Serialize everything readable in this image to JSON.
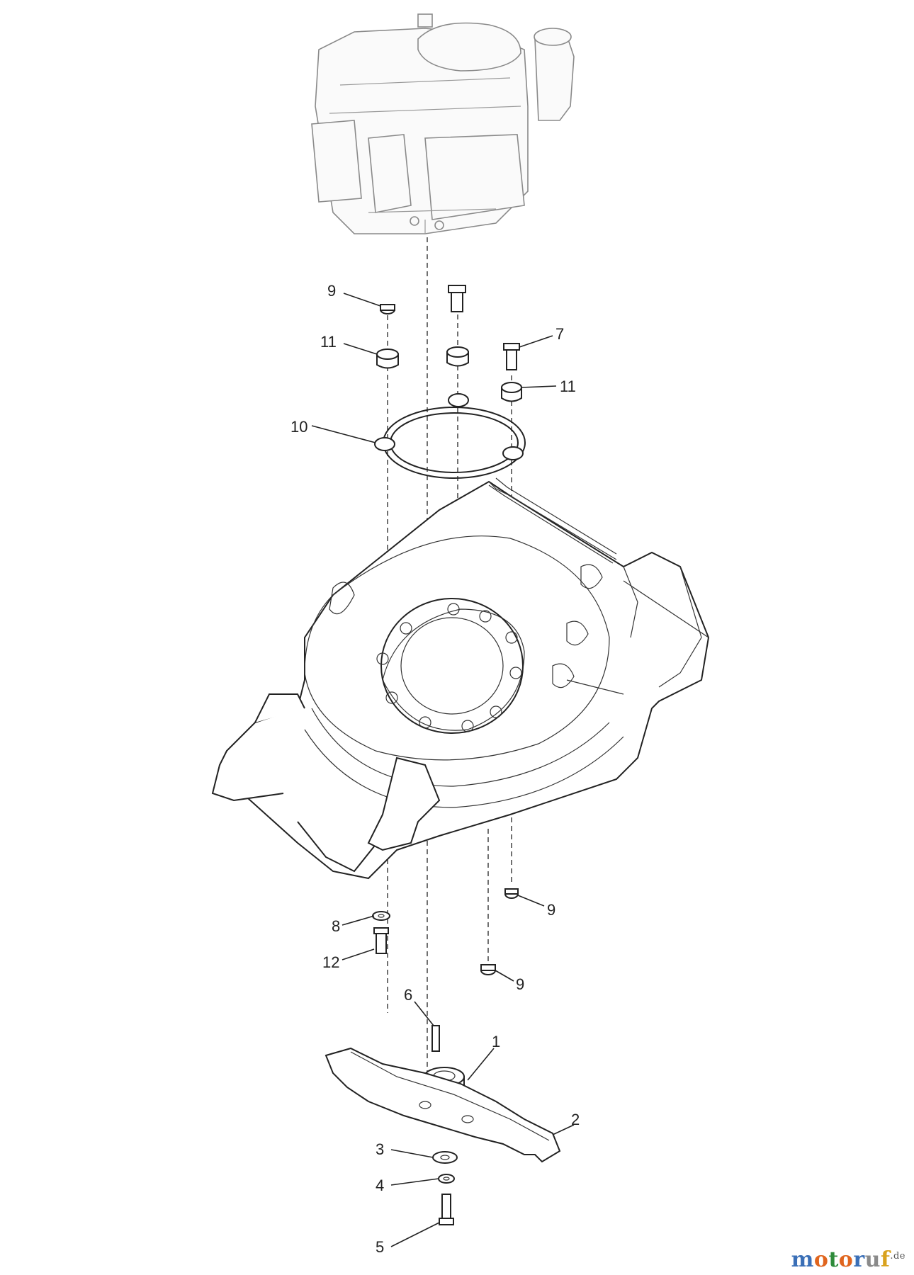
{
  "callouts": {
    "c9a": "9",
    "c11a": "11",
    "c7": "7",
    "c11b": "11",
    "c10": "10",
    "c9b": "9",
    "c8": "8",
    "c12": "12",
    "c9c": "9",
    "c6": "6",
    "c1": "1",
    "c2": "2",
    "c3": "3",
    "c4": "4",
    "c5": "5"
  },
  "watermark": {
    "m": "m",
    "o1": "o",
    "t": "t",
    "o2": "o",
    "r": "r",
    "u": "u",
    "f": "f",
    "domain": ".de"
  },
  "colors": {
    "watermark_m": "#3a6fb7",
    "watermark_o1": "#e0651e",
    "watermark_t": "#2e8b3a",
    "watermark_o2": "#e0651e",
    "watermark_r": "#3a6fb7",
    "watermark_u": "#8a8a8a",
    "watermark_f": "#d9a21e"
  }
}
